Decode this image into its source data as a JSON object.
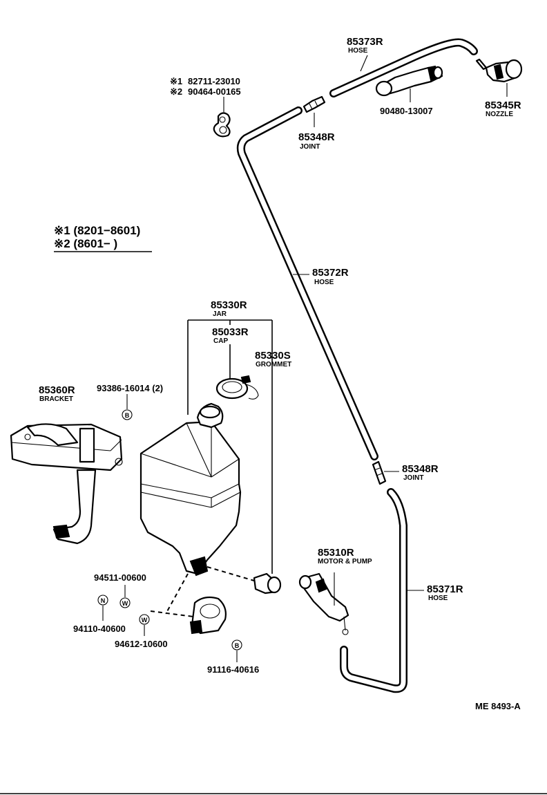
{
  "parts": {
    "hose_top": {
      "number": "85373R",
      "name": "HOSE"
    },
    "nozzle": {
      "number": "85345R",
      "name": "NOZZLE"
    },
    "fitting": {
      "number": "90480-13007"
    },
    "joint_top": {
      "number": "85348R",
      "name": "JOINT"
    },
    "clip_1": {
      "mark": "※1",
      "number": "82711-23010"
    },
    "clip_2": {
      "mark": "※2",
      "number": "90464-00165"
    },
    "hose_mid": {
      "number": "85372R",
      "name": "HOSE"
    },
    "jar": {
      "number": "85330R",
      "name": "JAR"
    },
    "cap": {
      "number": "85033R",
      "name": "CAP"
    },
    "grommet": {
      "number": "85330S",
      "name": "GROMMET"
    },
    "bracket": {
      "number": "85360R",
      "name": "BRACKET"
    },
    "bolt_bracket": {
      "number": "93386-16014 (2)",
      "symbol": "B"
    },
    "joint_low": {
      "number": "85348R",
      "name": "JOINT"
    },
    "motor_pump": {
      "number": "85310R",
      "name": "MOTOR & PUMP"
    },
    "hose_low": {
      "number": "85371R",
      "name": "HOSE"
    },
    "washer_1": {
      "number": "94511-00600",
      "symbol": "W"
    },
    "nut": {
      "number": "94110-40600",
      "symbol": "N"
    },
    "washer_2": {
      "number": "94612-10600",
      "symbol": "W"
    },
    "bolt_jar": {
      "number": "91116-40616",
      "symbol": "B"
    }
  },
  "notes": {
    "note_1": "※1 (8201−8601)",
    "note_2": "※2 (8601−       )"
  },
  "drawing_code": "ME 8493-A"
}
